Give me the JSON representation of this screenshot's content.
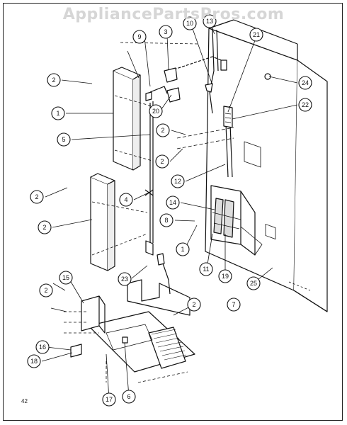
{
  "watermark": "AppliancePartsPros.com",
  "page_number": "42",
  "callouts": [
    {
      "label": "2"
    },
    {
      "label": "9"
    },
    {
      "label": "3"
    },
    {
      "label": "10"
    },
    {
      "label": "13"
    },
    {
      "label": "21"
    },
    {
      "label": "24"
    },
    {
      "label": "22"
    },
    {
      "label": "2"
    },
    {
      "label": "1"
    },
    {
      "label": "20"
    },
    {
      "label": "5"
    },
    {
      "label": "2"
    },
    {
      "label": "12"
    },
    {
      "label": "4"
    },
    {
      "label": "14"
    },
    {
      "label": "2"
    },
    {
      "label": "8"
    },
    {
      "label": "2"
    },
    {
      "label": "1"
    },
    {
      "label": "11"
    },
    {
      "label": "19"
    },
    {
      "label": "23"
    },
    {
      "label": "2"
    },
    {
      "label": "25"
    },
    {
      "label": "15"
    },
    {
      "label": "2"
    },
    {
      "label": "16"
    },
    {
      "label": "18"
    },
    {
      "label": "17"
    },
    {
      "label": "6"
    },
    {
      "label": "7"
    }
  ]
}
